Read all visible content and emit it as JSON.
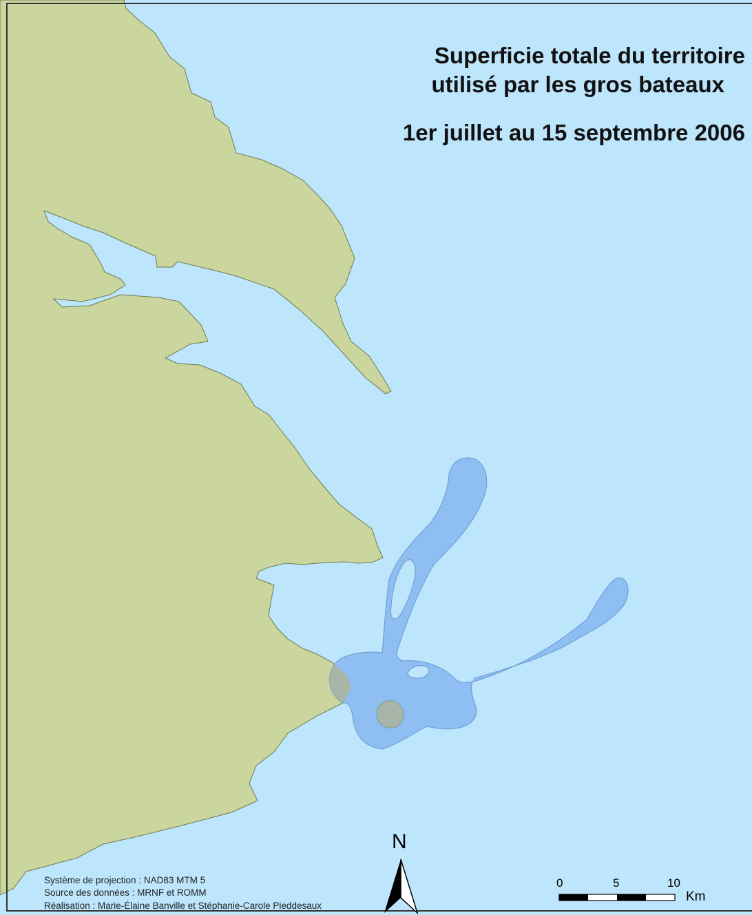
{
  "title": {
    "line1": "Superficie totale du territoire",
    "line2": "utilisé par les gros bateaux",
    "period": "1er juillet au 15 septembre 2006"
  },
  "credits": {
    "projection": "Système de projection : NAD83 MTM 5",
    "source": "Source des données : MRNF et ROMM",
    "authors": "Réalisation : Marie-Élaine Banville et Stéphanie-Carole Pieddesaux"
  },
  "north_arrow": {
    "label": "N"
  },
  "scale_bar": {
    "ticks": [
      "0",
      "5",
      "10"
    ],
    "unit": "Km"
  },
  "colors": {
    "water": "#bde5fb",
    "land": "#cad69d",
    "usage_area": "#8ebef2",
    "usage_over_land": "#a7b6a9",
    "border": "#333333"
  }
}
